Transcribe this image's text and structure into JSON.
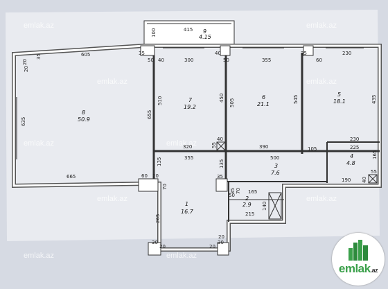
{
  "watermarks": [
    "emlak.az",
    "emlak.az",
    "emlak.az",
    "emlak.az",
    "emlak.az",
    "emlak.az",
    "emlak.az",
    "emlak.az",
    "emlak.az",
    "emlak.az"
  ],
  "logo": {
    "text": "emlak",
    "suffix": ".az",
    "tagline": ""
  },
  "rooms": [
    {
      "num": "1",
      "area": "16.7"
    },
    {
      "num": "2",
      "area": "2.9"
    },
    {
      "num": "3",
      "area": "7.6"
    },
    {
      "num": "4",
      "area": "4.8"
    },
    {
      "num": "5",
      "area": "18.1"
    },
    {
      "num": "6",
      "area": "21.1"
    },
    {
      "num": "7",
      "area": "19.2"
    },
    {
      "num": "8",
      "area": "50.9"
    },
    {
      "num": "9",
      "area": "4.15"
    }
  ],
  "dims": {
    "d415": "415",
    "d100": "100",
    "d605": "605",
    "d35a": "35",
    "d35b": "35",
    "d20a": "20",
    "d20b": "20",
    "d50a": "50",
    "d40a": "40",
    "d300": "300",
    "d40b": "40",
    "d50b": "50",
    "d355a": "355",
    "d35c": "35",
    "d60a": "60",
    "d230a": "230",
    "d435": "435",
    "d510": "510",
    "d450": "450",
    "d505": "505",
    "d545": "545",
    "d655": "655",
    "d635": "635",
    "d55a": "55",
    "d40c": "40",
    "d320": "320",
    "d390": "390",
    "d230b": "230",
    "d225": "225",
    "d105": "105",
    "d165a": "165",
    "d500": "500",
    "d355b": "355",
    "d135a": "135",
    "d135b": "135",
    "d60b": "60",
    "d20c": "20",
    "d665": "665",
    "d70a": "70",
    "d35d": "35",
    "d35e": "35",
    "d70b": "70",
    "d165b": "165",
    "d190": "190",
    "d40d": "40",
    "d55b": "55",
    "d50c": "50",
    "d140": "140",
    "d215": "215",
    "d265": "265",
    "d30a": "30",
    "d20d": "20",
    "d20e": "20",
    "d30b": "30",
    "d20f": "20"
  }
}
